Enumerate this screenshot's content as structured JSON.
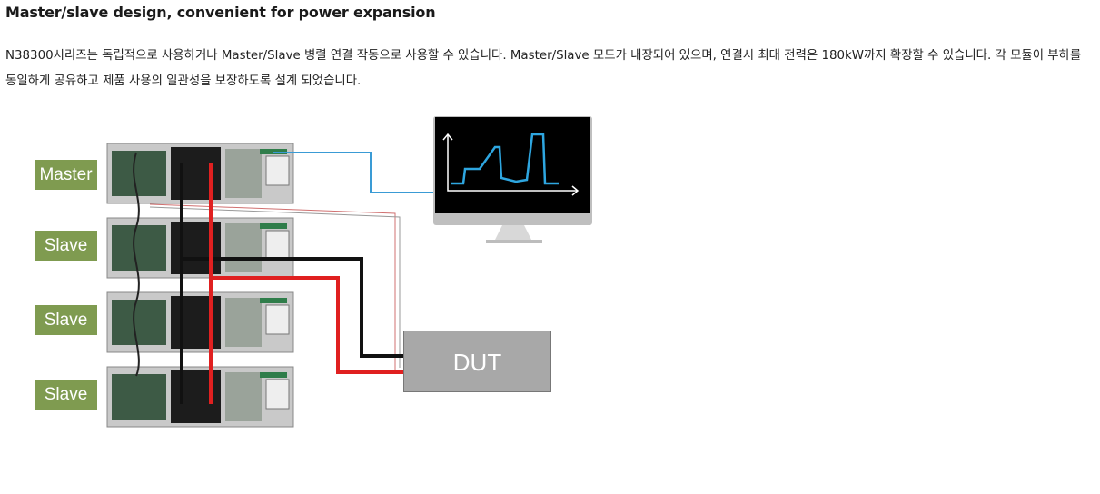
{
  "section": {
    "title": "Master/slave design, convenient for power expansion",
    "description": "N38300시리즈는 독립적으로 사용하거나 Master/Slave 병렬 연결 작동으로 사용할 수 있습니다. Master/Slave 모드가 내장되어 있으며, 연결시 최대 전력은 180kW까지 확장할 수 있습니다. 각 모듈이 부하를 동일하게 공유하고 제품 사용의 일관성을 보장하도록 설계 되었습니다."
  },
  "diagram": {
    "units": [
      {
        "label": "Master"
      },
      {
        "label": "Slave"
      },
      {
        "label": "Slave"
      },
      {
        "label": "Slave"
      }
    ],
    "dut_label": "DUT",
    "colors": {
      "tag_background": "#7f9b50",
      "signal_line": "#3a9bd5",
      "positive_cable": "#e02020",
      "negative_cable": "#111111",
      "dut_box": "#a8a8a8",
      "monitor_screen": "#000000"
    },
    "icons": [
      "power-supply-unit",
      "monitor-icon",
      "waveform-icon"
    ]
  }
}
